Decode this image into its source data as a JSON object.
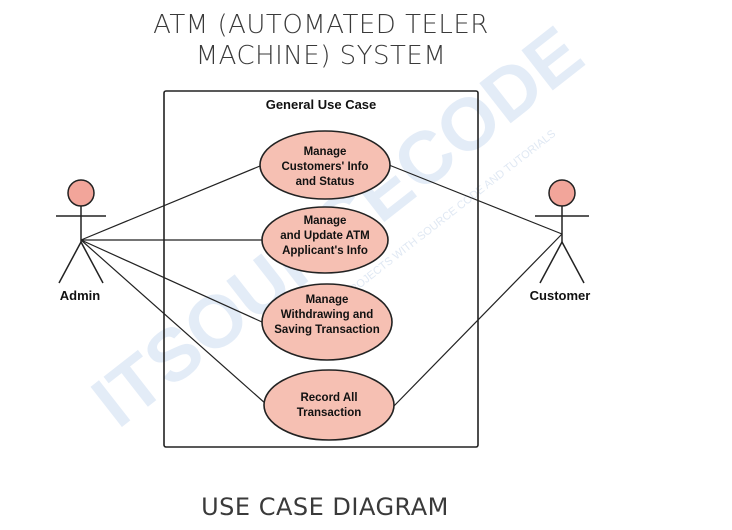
{
  "title": {
    "line1": "ATM (AUTOMATED TELER",
    "line2": "MACHINE) SYSTEM"
  },
  "caption": "USE CASE DIAGRAM",
  "system_boundary": {
    "label": "General Use Case"
  },
  "actors": {
    "admin": "Admin",
    "customer": "Customer"
  },
  "use_cases": [
    {
      "lines": [
        "Manage",
        "Customers' Info",
        "and Status"
      ]
    },
    {
      "lines": [
        "Manage",
        "and Update ATM",
        "Applicant's Info"
      ]
    },
    {
      "lines": [
        "Manage",
        "Withdrawing and",
        "Saving Transaction"
      ]
    },
    {
      "lines": [
        "Record All",
        "Transaction"
      ]
    }
  ],
  "watermark": {
    "logo_text": "ITSOURCECODE",
    "tagline": "FREE PROJECTS WITH SOURCE CODE AND TUTORIALS"
  },
  "colors": {
    "use_case_fill": "#f6c0b3",
    "actor_head_fill": "#f2a59a",
    "watermark": "#dfe9f6"
  }
}
